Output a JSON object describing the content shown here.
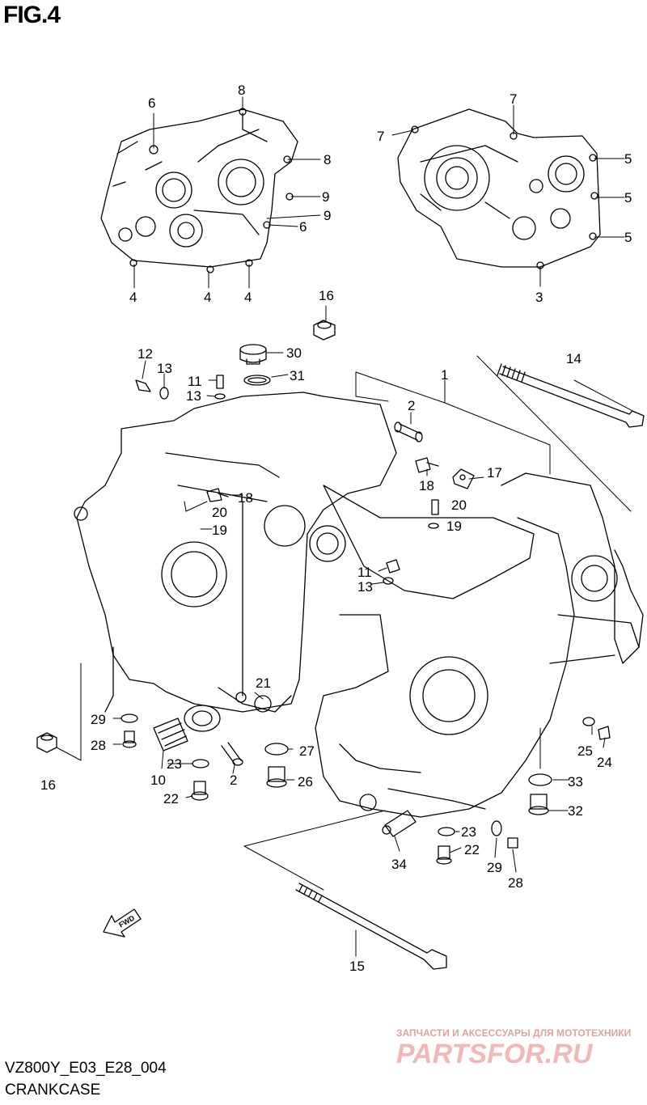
{
  "figure_label": "FIG.4",
  "model_code": "VZ800Y_E03_E28_004",
  "section_name": "CRANKCASE",
  "watermark": {
    "tagline": "ЗАПЧАСТИ И АКСЕССУАРЫ ДЛЯ МОТОТЕХНИКИ",
    "logo_text": "PARTSFOR.RU"
  },
  "fwd_label": "FWD",
  "callouts": [
    {
      "id": "c6a",
      "text": "6"
    },
    {
      "id": "c8a",
      "text": "8"
    },
    {
      "id": "c8b",
      "text": "8"
    },
    {
      "id": "c9a",
      "text": "9"
    },
    {
      "id": "c9b",
      "text": "9"
    },
    {
      "id": "c6b",
      "text": "6"
    },
    {
      "id": "c4a",
      "text": "4"
    },
    {
      "id": "c4b",
      "text": "4"
    },
    {
      "id": "c4c",
      "text": "4"
    },
    {
      "id": "c7a",
      "text": "7"
    },
    {
      "id": "c7b",
      "text": "7"
    },
    {
      "id": "c5a",
      "text": "5"
    },
    {
      "id": "c5b",
      "text": "5"
    },
    {
      "id": "c5c",
      "text": "5"
    },
    {
      "id": "c3",
      "text": "3"
    },
    {
      "id": "c16a",
      "text": "16"
    },
    {
      "id": "c30",
      "text": "30"
    },
    {
      "id": "c31",
      "text": "31"
    },
    {
      "id": "c12",
      "text": "12"
    },
    {
      "id": "c13a",
      "text": "13"
    },
    {
      "id": "c11a",
      "text": "11"
    },
    {
      "id": "c13b",
      "text": "13"
    },
    {
      "id": "c1",
      "text": "1"
    },
    {
      "id": "c14",
      "text": "14"
    },
    {
      "id": "c2a",
      "text": "2"
    },
    {
      "id": "c17",
      "text": "17"
    },
    {
      "id": "c18a",
      "text": "18"
    },
    {
      "id": "c18b",
      "text": "18"
    },
    {
      "id": "c20a",
      "text": "20"
    },
    {
      "id": "c20b",
      "text": "20"
    },
    {
      "id": "c19a",
      "text": "19"
    },
    {
      "id": "c19b",
      "text": "19"
    },
    {
      "id": "c11b",
      "text": "11"
    },
    {
      "id": "c13c",
      "text": "13"
    },
    {
      "id": "c21",
      "text": "21"
    },
    {
      "id": "c29a",
      "text": "29"
    },
    {
      "id": "c28a",
      "text": "28"
    },
    {
      "id": "c16b",
      "text": "16"
    },
    {
      "id": "c10",
      "text": "10"
    },
    {
      "id": "c23a",
      "text": "23"
    },
    {
      "id": "c22a",
      "text": "22"
    },
    {
      "id": "c2b",
      "text": "2"
    },
    {
      "id": "c27",
      "text": "27"
    },
    {
      "id": "c26",
      "text": "26"
    },
    {
      "id": "c25",
      "text": "25"
    },
    {
      "id": "c24",
      "text": "24"
    },
    {
      "id": "c33",
      "text": "33"
    },
    {
      "id": "c32",
      "text": "32"
    },
    {
      "id": "c23b",
      "text": "23"
    },
    {
      "id": "c22b",
      "text": "22"
    },
    {
      "id": "c34",
      "text": "34"
    },
    {
      "id": "c29b",
      "text": "29"
    },
    {
      "id": "c28b",
      "text": "28"
    },
    {
      "id": "c15",
      "text": "15"
    }
  ]
}
